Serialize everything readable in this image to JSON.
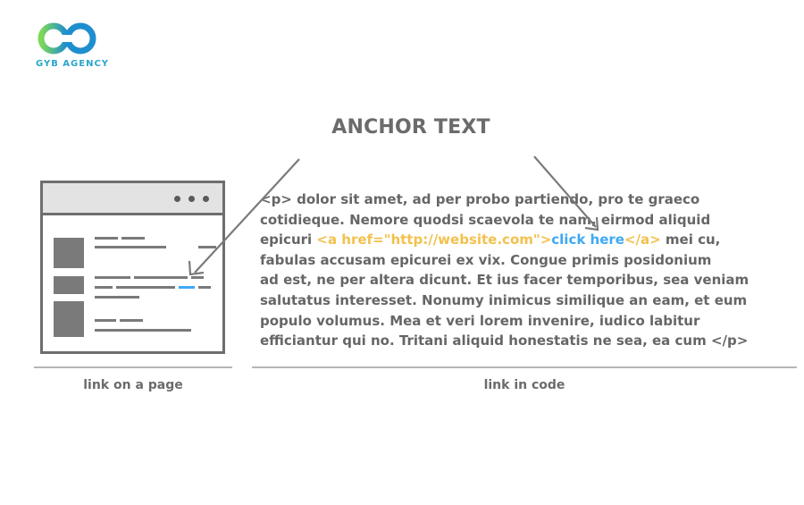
{
  "logo": {
    "name": "GYB AGENCY",
    "colors": {
      "primary": "#2aa6c9",
      "gradient_start": "#7ed957",
      "gradient_end": "#1f8ecf"
    }
  },
  "title": "ANCHOR TEXT",
  "code": {
    "lines": [
      [
        {
          "t": "<p> dolor sit amet, ad per probo partiendo, pro te graeco",
          "k": "text"
        }
      ],
      [
        {
          "t": "cotidieque. Nemore quodsi scaevola te nam, eirmod aliquid",
          "k": "text"
        }
      ],
      [
        {
          "t": "epicuri ",
          "k": "text"
        },
        {
          "t": "<a href=\"http://website.com\">",
          "k": "tag"
        },
        {
          "t": "click here",
          "k": "anchor"
        },
        {
          "t": "</a>",
          "k": "tag"
        },
        {
          "t": " mei cu,",
          "k": "text"
        }
      ],
      [
        {
          "t": "fabulas accusam epicurei ex vix. Congue primis posidonium",
          "k": "text"
        }
      ],
      [
        {
          "t": "ad est, ne per altera dicunt. Et ius facer temporibus, sea veniam",
          "k": "text"
        }
      ],
      [
        {
          "t": "salutatus interesset. Nonumy inimicus similique an eam, et eum",
          "k": "text"
        }
      ],
      [
        {
          "t": "populo volumus. Mea et veri lorem invenire, iudico labitur",
          "k": "text"
        }
      ],
      [
        {
          "t": "efficiantur qui no. Tritani aliquid honestatis ne sea, ea cum </p>",
          "k": "text"
        }
      ]
    ]
  },
  "captions": {
    "left": "link on a page",
    "right": "link in code"
  },
  "colors": {
    "text": "#666666",
    "tag": "#f2c14e",
    "anchor": "#3fa9f5",
    "outline": "#6e6e6e"
  }
}
